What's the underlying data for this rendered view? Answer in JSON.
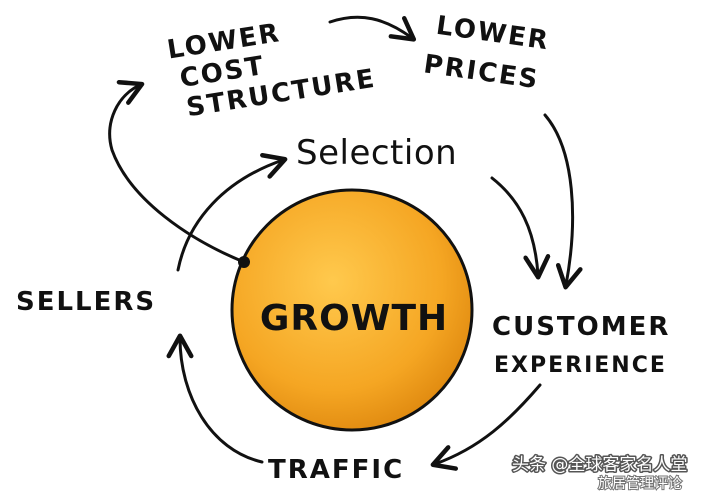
{
  "diagram": {
    "center": {
      "label": "GROWTH",
      "fill": "#F5A623",
      "highlight": "#FFC94D",
      "shadow": "#E08A10"
    },
    "nodes": {
      "lower_cost_line1": "LOWER",
      "lower_cost_line2": "COST",
      "lower_cost_line3": "STRUCTURE",
      "lower_prices_line1": "LOWER",
      "lower_prices_line2": "PRICES",
      "selection": "Selection",
      "sellers": "SELLERS",
      "customer_line1": "CUSTOMER",
      "customer_line2": "EXPERIENCE",
      "traffic": "TRAFFIC"
    },
    "ink_color": "#111111"
  },
  "watermark": {
    "main": "头条 @全球客家名人堂",
    "sub": "旅居管理评论"
  }
}
